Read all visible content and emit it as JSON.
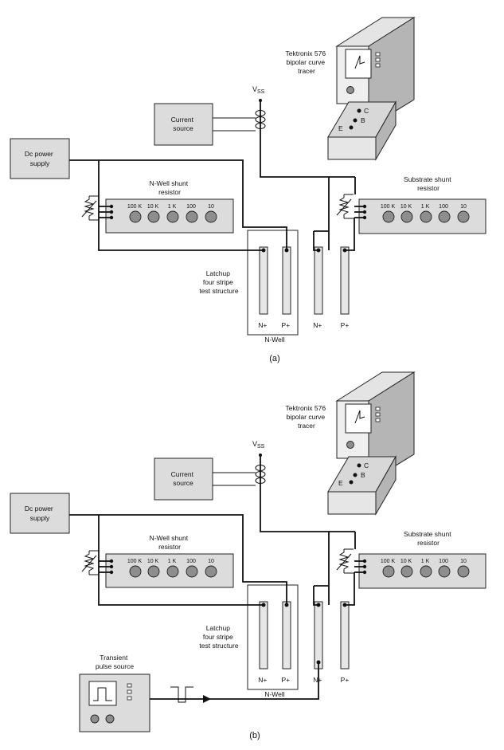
{
  "panels": [
    {
      "caption": "(a)",
      "tracer_label": [
        "Tektronix 576",
        "bipolar curve",
        "tracer"
      ],
      "terminals": {
        "c": "C",
        "b": "B",
        "e": "E"
      },
      "vss_label": {
        "main": "V",
        "sub": "SS"
      },
      "current_source": [
        "Current",
        "source"
      ],
      "dc_supply": [
        "Dc power",
        "supply"
      ],
      "nwell_shunt": [
        "N-Well shunt",
        "resistor"
      ],
      "substrate_shunt": [
        "Substrate shunt",
        "resistor"
      ],
      "knob_labels": [
        "100 K",
        "10 K",
        "1 K",
        "100",
        "10"
      ],
      "structure_label": [
        "Latchup",
        "four stripe",
        "test structure"
      ],
      "stripe_labels": [
        "N+",
        "P+",
        "N+",
        "P+"
      ],
      "nwell_label": "N-Well"
    },
    {
      "caption": "(b)",
      "tracer_label": [
        "Tektronix 576",
        "bipolar curve",
        "tracer"
      ],
      "terminals": {
        "c": "C",
        "b": "B",
        "e": "E"
      },
      "vss_label": {
        "main": "V",
        "sub": "SS"
      },
      "current_source": [
        "Current",
        "source"
      ],
      "dc_supply": [
        "Dc power",
        "supply"
      ],
      "nwell_shunt": [
        "N-Well shunt",
        "resistor"
      ],
      "substrate_shunt": [
        "Substrate shunt",
        "resistor"
      ],
      "knob_labels": [
        "100 K",
        "10 K",
        "1 K",
        "100",
        "10"
      ],
      "structure_label": [
        "Latchup",
        "four stripe",
        "test structure"
      ],
      "stripe_labels": [
        "N+",
        "P+",
        "N+",
        "P+"
      ],
      "nwell_label": "N-Well",
      "transient_source": [
        "Transient",
        "pulse source"
      ]
    }
  ]
}
